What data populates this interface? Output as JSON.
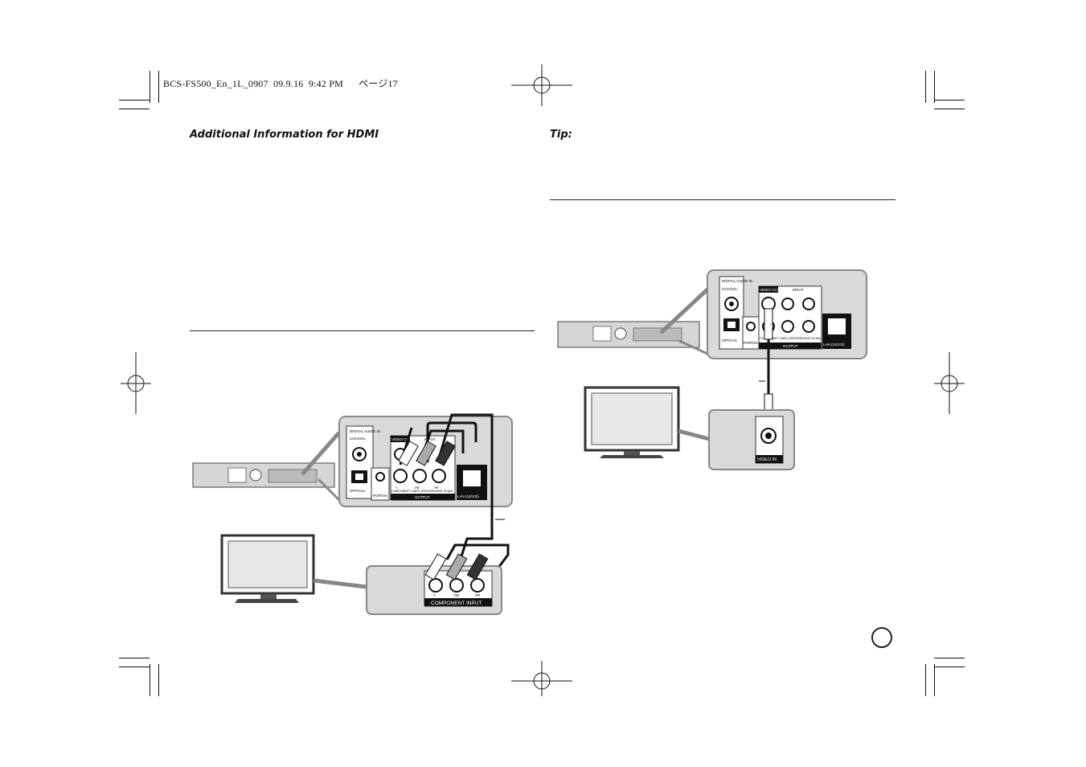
{
  "header": {
    "slug": "BCS-FS500_En_1L_0907  09.9.16  9:42 PM      ページ17"
  },
  "left_column": {
    "heading": "Additional Information for HDMI"
  },
  "right_column": {
    "heading": "Tip:"
  },
  "diagram_component": {
    "panel_labels": {
      "digital_audio_in": "DIGITAL AUDIO IN",
      "coaxial": "COAXIAL",
      "optical": "OPTICAL",
      "port_in": "PORT.IN",
      "video_out": "VIDEO OUT",
      "input": "INPUT",
      "component_video": "COMPONENT VIDEO (PROGRESSIVE SCAN)",
      "output": "OUTPUT",
      "lan": "LAN (10/100)",
      "y": "Y",
      "pb": "PB",
      "pr": "PR"
    },
    "tv_labels": {
      "component_input": "COMPONENT INPUT",
      "y": "Y",
      "pb": "PB",
      "pr": "PR"
    }
  },
  "diagram_video": {
    "panel_labels": {
      "digital_audio_in": "DIGITAL AUDIO IN",
      "coaxial": "COAXIAL",
      "optical": "OPTICAL",
      "port_in": "PORT.IN",
      "video_out": "VIDEO OUT",
      "input": "INPUT",
      "component_video": "COMPONENT VIDEO (PROGRESSIVE SCAN)",
      "output": "OUTPUT",
      "lan": "LAN (10/100)"
    },
    "tv_labels": {
      "video_in": "VIDEO IN"
    }
  }
}
